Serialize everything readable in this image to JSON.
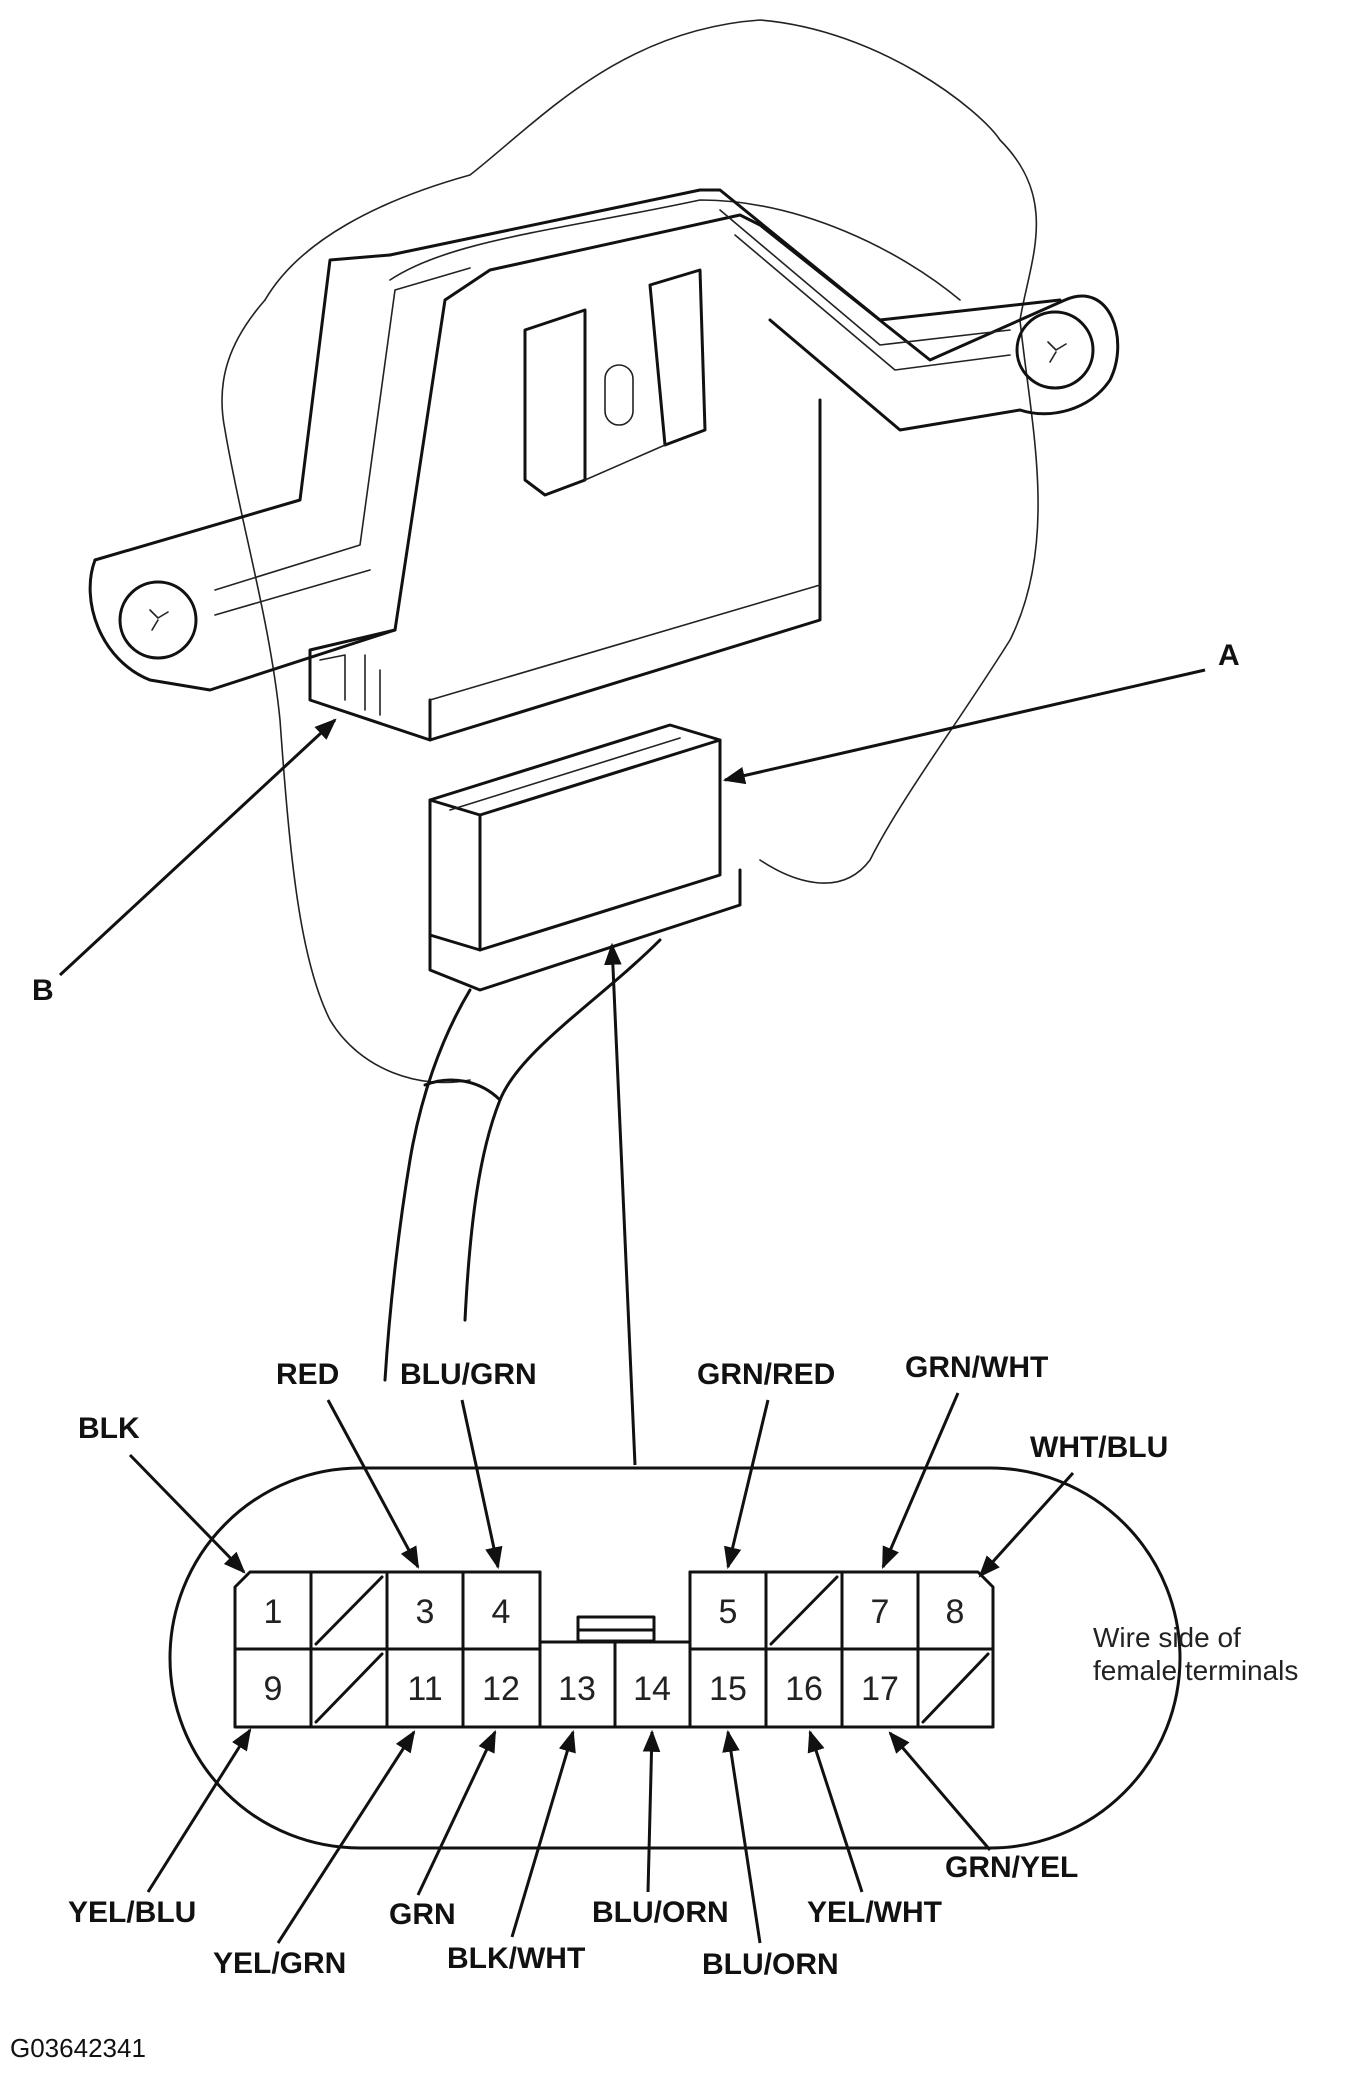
{
  "callouts": {
    "a": "A",
    "b": "B"
  },
  "connector": {
    "note_line1": "Wire side of",
    "note_line2": "female terminals",
    "top_row": [
      "1",
      "",
      "3",
      "4",
      "5",
      "",
      "7",
      "8"
    ],
    "bottom_row": [
      "9",
      "",
      "11",
      "12",
      "13",
      "14",
      "15",
      "16",
      "17",
      ""
    ]
  },
  "wire_labels": {
    "pin1": "BLK",
    "pin3": "RED",
    "pin4": "BLU/GRN",
    "pin5": "GRN/RED",
    "pin7": "GRN/WHT",
    "pin8": "WHT/BLU",
    "pin9": "YEL/BLU",
    "pin11": "YEL/GRN",
    "pin12": "GRN",
    "pin13": "BLK/WHT",
    "pin14": "BLU/ORN",
    "pin15": "BLU/ORN",
    "pin16": "YEL/WHT",
    "pin17": "GRN/YEL"
  },
  "figure_code": "G03642341"
}
